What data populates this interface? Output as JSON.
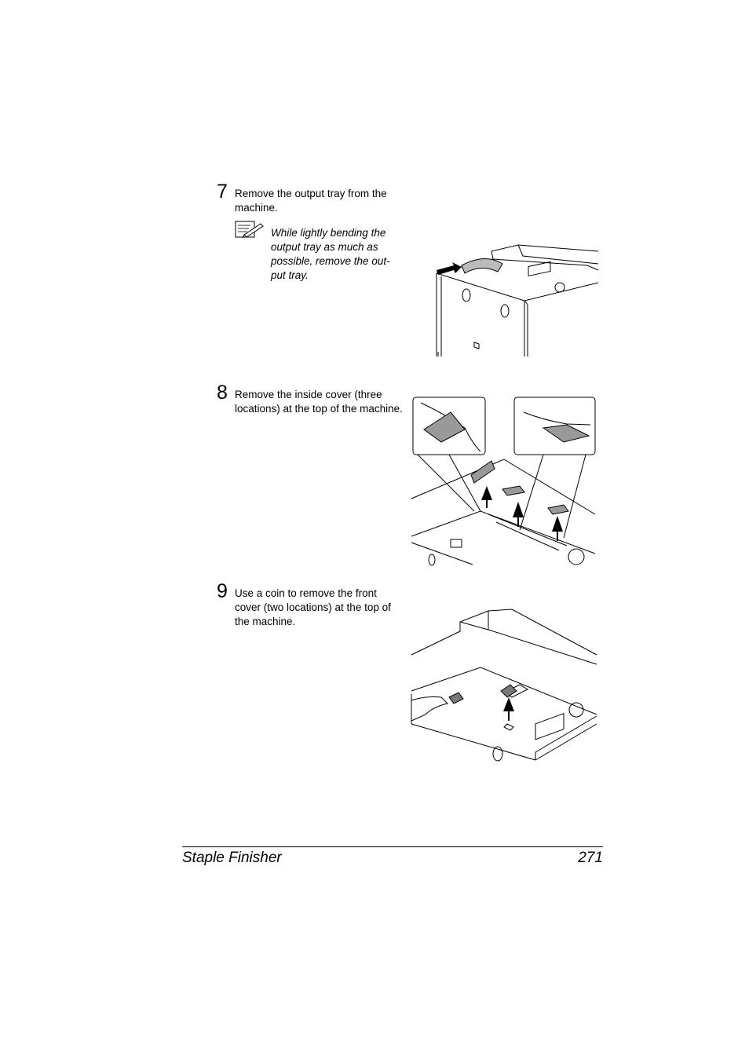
{
  "steps": [
    {
      "number": "7",
      "text": "Remove the output tray from the machine."
    },
    {
      "number": "8",
      "text": "Remove the inside cover (three locations) at the top of the machine."
    },
    {
      "number": "9",
      "text": "Use a coin to remove the front cover (two locations) at the top of the machine."
    }
  ],
  "note": {
    "icon": "note-pencil-icon",
    "text": "While lightly bending the output tray as much as possible, remove the out-put tray."
  },
  "footer": {
    "section": "Staple Finisher",
    "page": "271"
  }
}
